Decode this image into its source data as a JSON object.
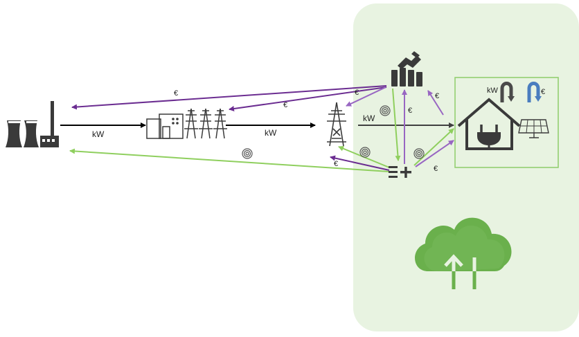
{
  "labels": {
    "kw_plant_to_substation": "kW",
    "kw_substation_to_pylon": "kW",
    "kw_pylon_to_house": "kW",
    "kw_house": "kW",
    "eur_aggregator_to_plant": "€",
    "eur_aggregator_to_substation": "€",
    "eur_aggregator_to_pylon": "€",
    "eur_aggregator_house": "€",
    "eur_aggregator_hub": "€",
    "eur_hub_to_pylon": "€",
    "eur_hub_to_house": "€",
    "eur_house": "€"
  },
  "icons": [
    "power-plant-icon",
    "substation-icon",
    "transmission-tower-icon",
    "aggregator-handshake-icon",
    "house-plug-icon",
    "solar-panel-icon",
    "flexibility-hub-icon",
    "cloud-sync-icon",
    "signal-icon"
  ],
  "colors": {
    "panel": "#e8f3e1",
    "house_box": "#93cf71",
    "purple": "#6b2d91",
    "green": "#8fcf5e",
    "black": "#000000",
    "dark_icon": "#3a3a3a",
    "cloud": "#6ab04c"
  }
}
